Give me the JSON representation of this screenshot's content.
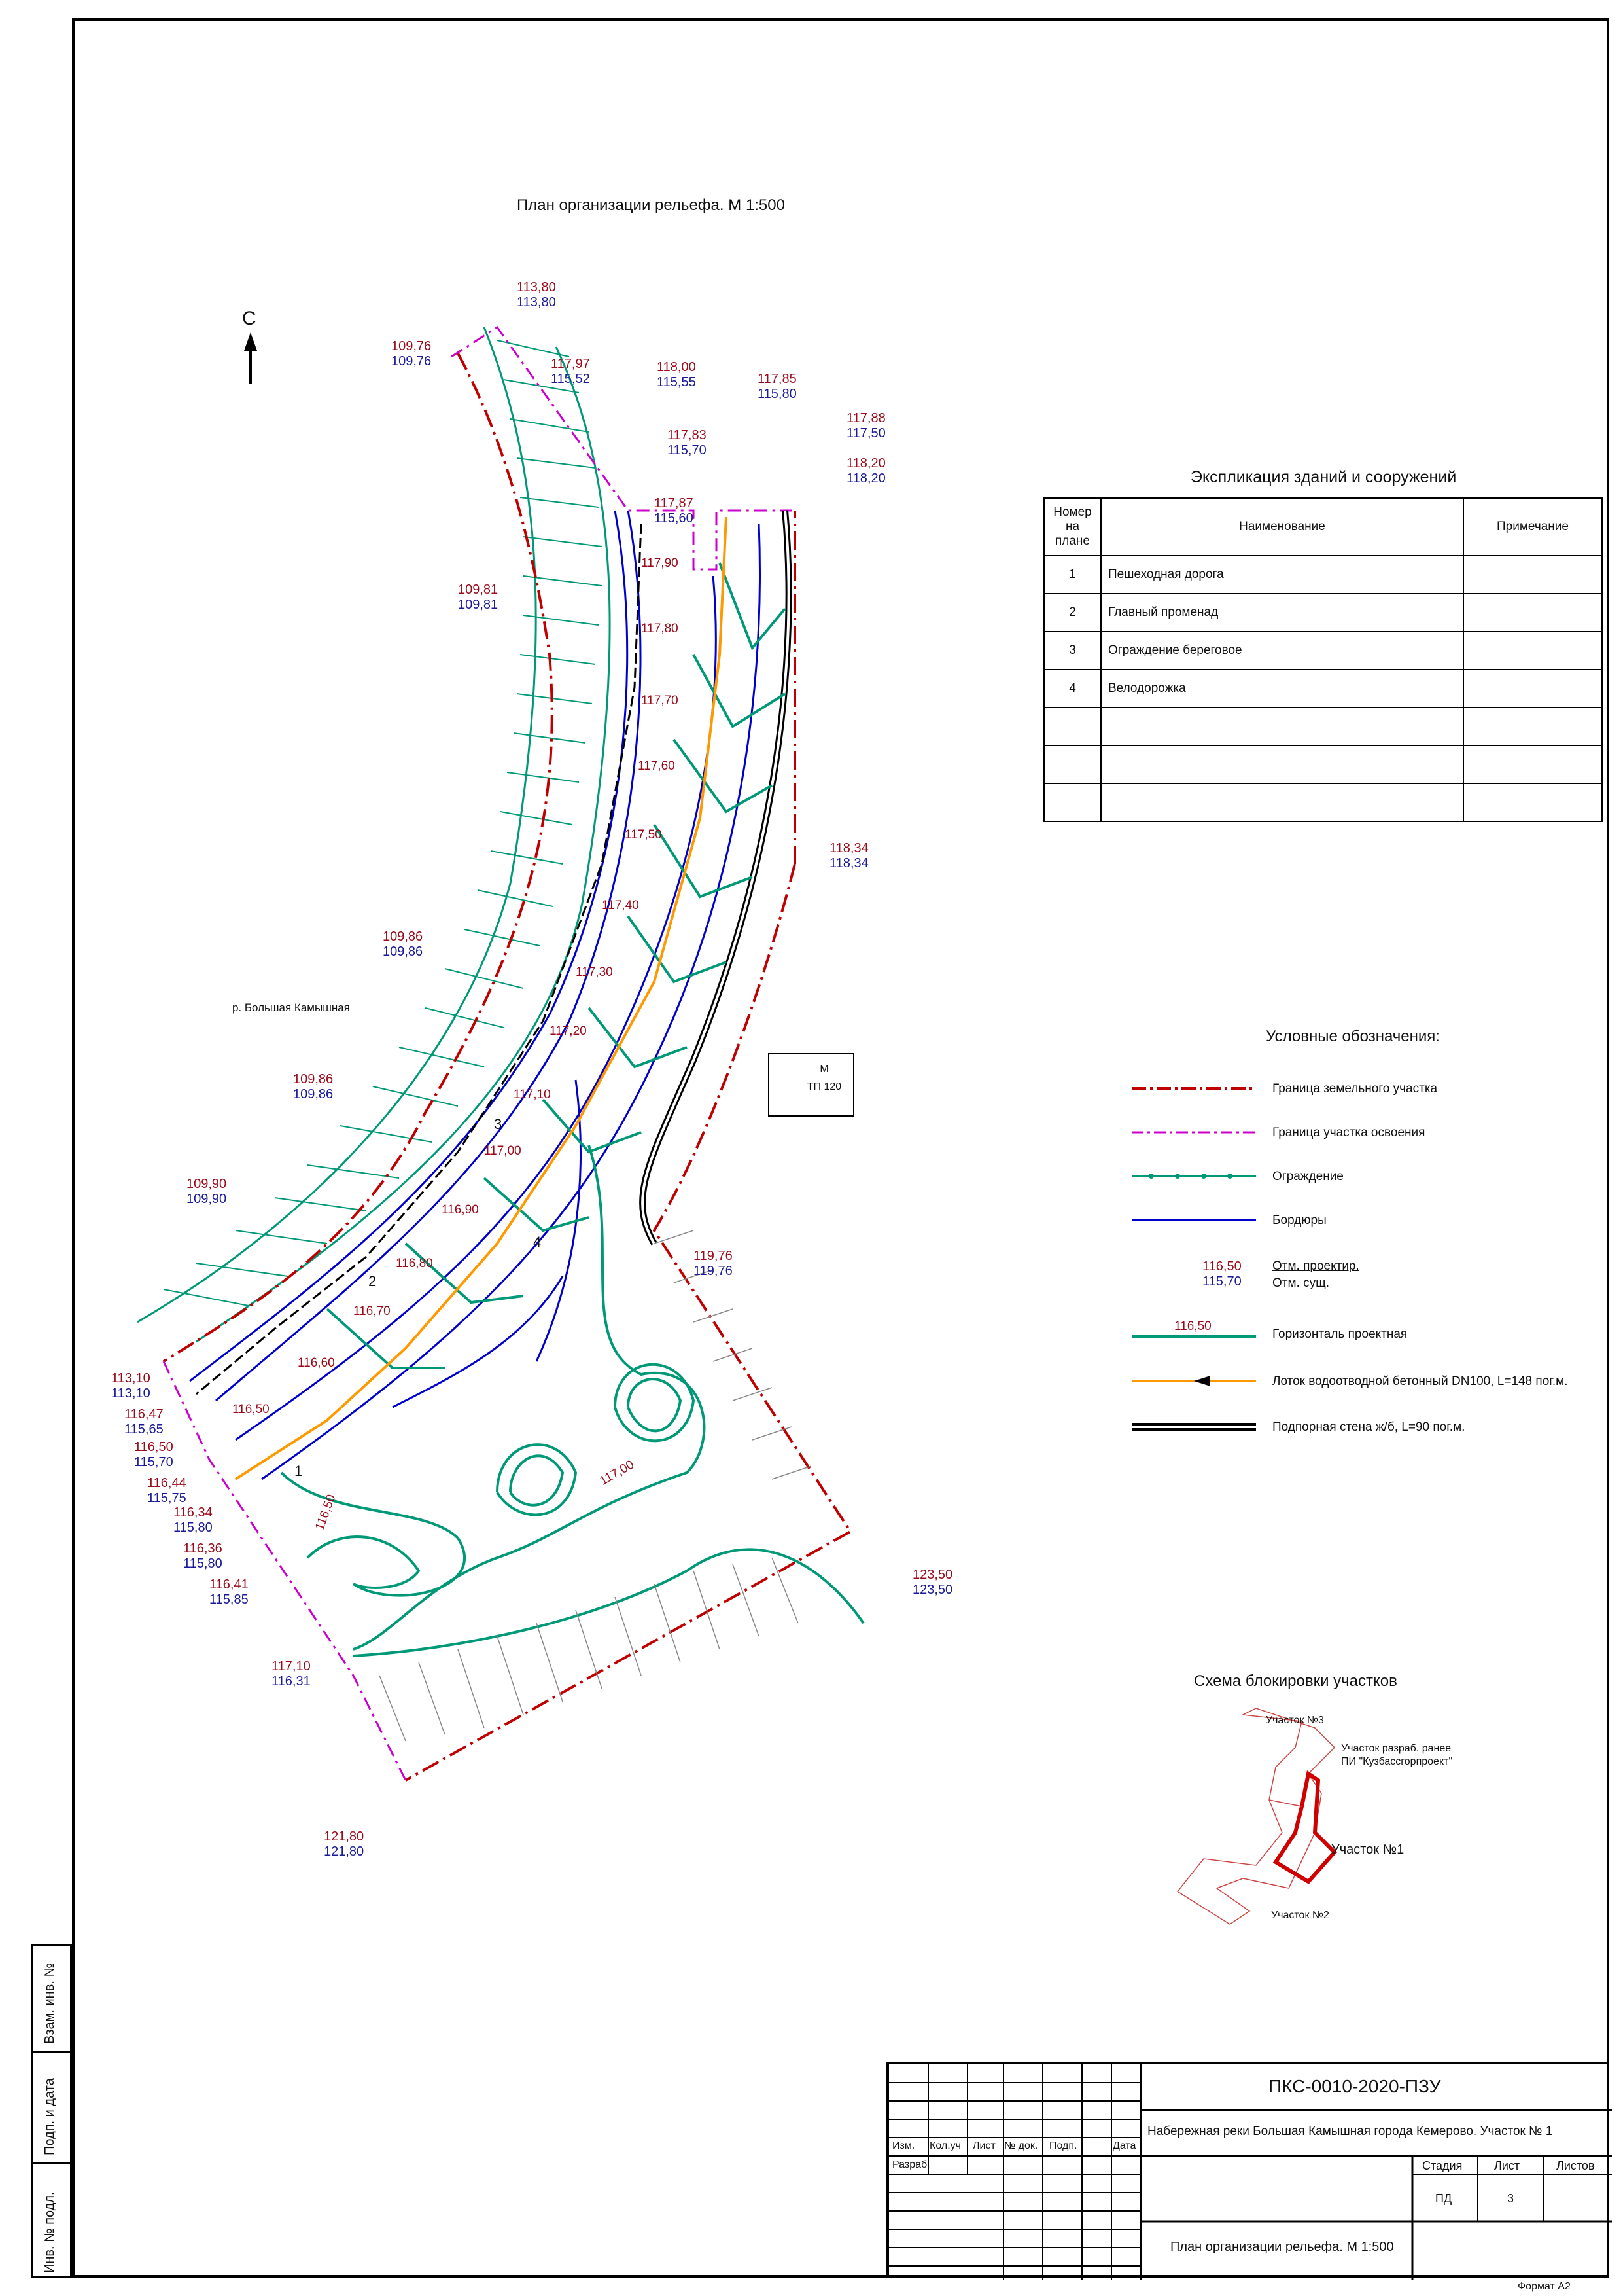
{
  "plan": {
    "title": "План организации рельефа. М 1:500",
    "north": "С",
    "river": "р. Большая Камышная",
    "tp": {
      "line1": "М",
      "line2": "ТП 120"
    }
  },
  "elevations": [
    {
      "id": "e1",
      "t": "113,80",
      "b": "113,80"
    },
    {
      "id": "e2",
      "t": "109,76",
      "b": "109,76"
    },
    {
      "id": "e3",
      "t": "117,97",
      "b": "115,52"
    },
    {
      "id": "e4",
      "t": "118,00",
      "b": "115,55"
    },
    {
      "id": "e5",
      "t": "117,85",
      "b": "115,80"
    },
    {
      "id": "e6",
      "t": "117,88",
      "b": "117,50"
    },
    {
      "id": "e7",
      "t": "117,83",
      "b": "115,70"
    },
    {
      "id": "e8",
      "t": "118,20",
      "b": "118,20"
    },
    {
      "id": "e9",
      "t": "117,87",
      "b": "115,60"
    },
    {
      "id": "e10",
      "t": "109,81",
      "b": "109,81"
    },
    {
      "id": "e11",
      "t": "118,34",
      "b": "118,34"
    },
    {
      "id": "e12",
      "t": "109,86",
      "b": "109,86"
    },
    {
      "id": "e13",
      "t": "109,86",
      "b": "109,86"
    },
    {
      "id": "e14",
      "t": "109,90",
      "b": "109,90"
    },
    {
      "id": "e15",
      "t": "119,76",
      "b": "119,76"
    },
    {
      "id": "e16",
      "t": "113,10",
      "b": "113,10"
    },
    {
      "id": "e17",
      "t": "116,47",
      "b": "115,65"
    },
    {
      "id": "e18",
      "t": "116,50",
      "b": "115,70"
    },
    {
      "id": "e19",
      "t": "116,44",
      "b": "115,75"
    },
    {
      "id": "e20",
      "t": "116,34",
      "b": "115,80"
    },
    {
      "id": "e21",
      "t": "116,36",
      "b": "115,80"
    },
    {
      "id": "e22",
      "t": "116,41",
      "b": "115,85"
    },
    {
      "id": "e23",
      "t": "123,50",
      "b": "123,50"
    },
    {
      "id": "e24",
      "t": "117,10",
      "b": "116,31"
    },
    {
      "id": "e25",
      "t": "121,80",
      "b": "121,80"
    }
  ],
  "contours": [
    "117,90",
    "117,80",
    "117,70",
    "117,60",
    "117,50",
    "117,40",
    "117,30",
    "117,20",
    "117,10",
    "117,00",
    "116,90",
    "116,80",
    "116,70",
    "116,60",
    "116,50",
    "116,50",
    "117,00"
  ],
  "callouts": [
    "1",
    "2",
    "3",
    "4"
  ],
  "explication": {
    "title": "Экспликация зданий и сооружений",
    "headers": [
      "Номер на плане",
      "Наименование",
      "Примечание"
    ],
    "rows": [
      {
        "n": "1",
        "name": "Пешеходная дорога",
        "note": ""
      },
      {
        "n": "2",
        "name": "Главный променад",
        "note": ""
      },
      {
        "n": "3",
        "name": "Ограждение береговое",
        "note": ""
      },
      {
        "n": "4",
        "name": "Велодорожка",
        "note": ""
      },
      {
        "n": "",
        "name": "",
        "note": ""
      },
      {
        "n": "",
        "name": "",
        "note": ""
      },
      {
        "n": "",
        "name": "",
        "note": ""
      }
    ]
  },
  "legend": {
    "title": "Условные обозначения:",
    "items": [
      {
        "label": "Граница земельного участка",
        "color": "#c00000"
      },
      {
        "label": "Граница участка освоения",
        "color": "#cc00cc"
      },
      {
        "label": "Ограждение",
        "color": "#009977"
      },
      {
        "label": "Бордюры",
        "color": "#0000cc"
      },
      {
        "label": "Отм. проектир.",
        "label2": "Отм. сущ.",
        "t": "116,50",
        "b": "115,70"
      },
      {
        "label": "Горизонталь проектная",
        "t": "116,50",
        "color": "#009977"
      },
      {
        "label": "Лоток водоотводной бетонный DN100, L=148 пог.м.",
        "color": "#ff9900"
      },
      {
        "label": "Подпорная стена ж/б,   L=90 пог.м.",
        "color": "#000000"
      }
    ]
  },
  "scheme": {
    "title": "Схема блокировки участков",
    "labels": [
      "Участок №3",
      "Участок разраб. ранее",
      "ПИ \"Кузбассгорпроект\"",
      "Участок №1",
      "Участок №2"
    ]
  },
  "titleblock": {
    "code": "ПКС-0010-2020-ПЗУ",
    "project": "Набережная реки Большая Камышная города Кемерово. Участок № 1",
    "cols": [
      "Изм.",
      "Кол.уч",
      "Лист",
      "№ док.",
      "Подп.",
      "Дата"
    ],
    "razrab": "Разраб.",
    "stage_h": "Стадия",
    "sheet_h": "Лист",
    "sheets_h": "Листов",
    "stage": "ПД",
    "sheet": "3",
    "sheets": "",
    "drawing": "План организации рельефа. М 1:500"
  },
  "side": [
    "Взам. инв. №",
    "Подп. и дата",
    "Инв. № подл."
  ],
  "format": "Формат А2"
}
